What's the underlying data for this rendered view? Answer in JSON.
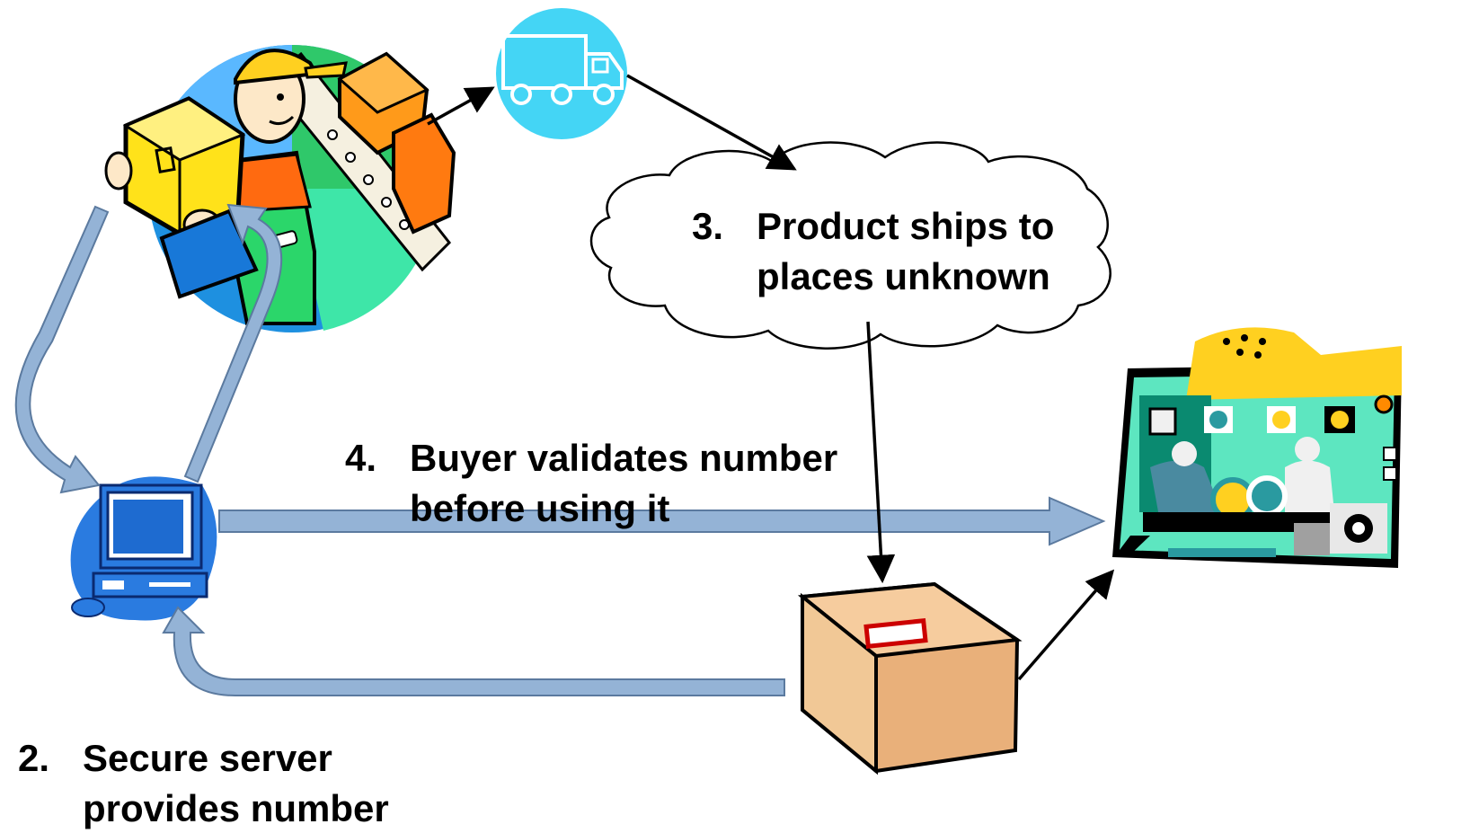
{
  "steps": [
    {
      "number": "2.",
      "line1": "Secure server",
      "line2": "provides number"
    },
    {
      "number": "3.",
      "line1": "Product ships to",
      "line2": "places unknown"
    },
    {
      "number": "4.",
      "line1": "Buyer validates number",
      "line2": "before using it"
    }
  ],
  "colors": {
    "flow_arrow": "#94b3d6",
    "flow_arrow_edge": "#5b7a9f",
    "cloud_fill": "#ffffff",
    "box_fill": "#f1c896",
    "truck_circle": "#44d5f5",
    "computer_blue": "#2a7be0"
  },
  "icons": [
    "worker-with-boxes-icon",
    "delivery-truck-icon",
    "computer-icon",
    "shipping-box-icon",
    "factory-icon",
    "cloud-shape"
  ]
}
